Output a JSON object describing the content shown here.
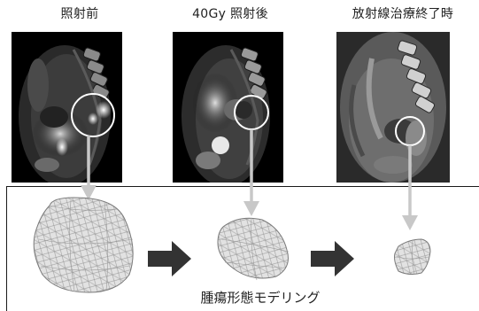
{
  "panels": [
    {
      "label": "照射前"
    },
    {
      "label": "40Gy 照射後"
    },
    {
      "label": "放射線治療終了時"
    }
  ],
  "caption": "腫瘍形態モデリング",
  "colors": {
    "pointer_arrow": "#c8c8c8",
    "process_arrow": "#333333",
    "mesh_fill": "#dcdcdc",
    "mesh_line": "#8a8a8a",
    "frame": "#1a1a1a"
  }
}
